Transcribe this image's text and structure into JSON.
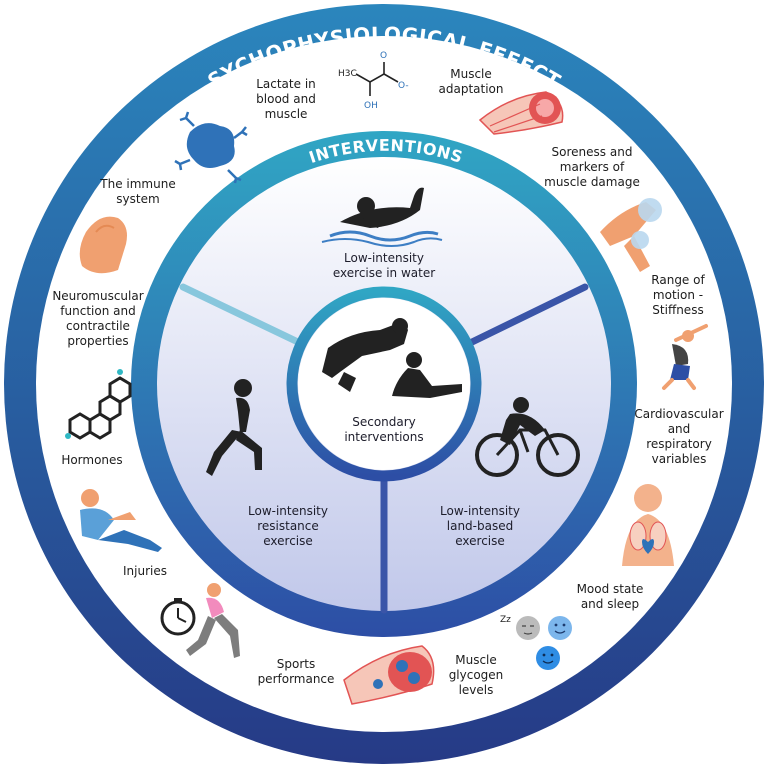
{
  "outer_ring": {
    "title": "PSYCHOPHYSIOLOGICAL EFFECTS",
    "effects": [
      {
        "id": "lactate",
        "lines": [
          "Lactate in",
          "blood and",
          "muscle"
        ],
        "icon": "lactate-molecule-icon"
      },
      {
        "id": "muscle-adaptation",
        "lines": [
          "Muscle",
          "adaptation"
        ],
        "icon": "muscle-fiber-icon"
      },
      {
        "id": "soreness",
        "lines": [
          "Soreness and",
          "markers of",
          "muscle damage"
        ],
        "icon": "sore-knee-icon"
      },
      {
        "id": "range-of-motion",
        "lines": [
          "Range of",
          "motion -",
          "Stiffness"
        ],
        "icon": "stretching-person-icon"
      },
      {
        "id": "cardiovascular",
        "lines": [
          "Cardiovascular",
          "and",
          "respiratory",
          "variables"
        ],
        "icon": "heart-lungs-icon"
      },
      {
        "id": "mood-sleep",
        "lines": [
          "Mood state",
          "and sleep"
        ],
        "icon": "mood-faces-icon"
      },
      {
        "id": "glycogen",
        "lines": [
          "Muscle",
          "glycogen",
          "levels"
        ],
        "icon": "muscle-glycogen-icon"
      },
      {
        "id": "sports-performance",
        "lines": [
          "Sports",
          "performance"
        ],
        "icon": "runner-stopwatch-icon"
      },
      {
        "id": "injuries",
        "lines": [
          "Injuries"
        ],
        "icon": "injured-person-icon"
      },
      {
        "id": "hormones",
        "lines": [
          "Hormones"
        ],
        "icon": "hormone-molecule-icon"
      },
      {
        "id": "neuromuscular",
        "lines": [
          "Neuromuscular",
          "function and",
          "contractile",
          "properties"
        ],
        "icon": "flexed-arm-icon"
      },
      {
        "id": "immune",
        "lines": [
          "The immune",
          "system"
        ],
        "icon": "immune-cell-icon"
      }
    ],
    "lactate_formula": {
      "ch3": "H3C",
      "o": "O",
      "ominus": "O-",
      "oh": "OH"
    },
    "mood_zz": "Zz"
  },
  "inner_ring": {
    "title": "INTERVENTIONS",
    "sectors": [
      {
        "id": "water",
        "lines": [
          "Low-intensity",
          "exercise in water"
        ],
        "icon": "swimmer-icon"
      },
      {
        "id": "land",
        "lines": [
          "Low-intensity",
          "land-based",
          "exercise"
        ],
        "icon": "cyclist-icon"
      },
      {
        "id": "resistance",
        "lines": [
          "Low-intensity",
          "resistance",
          "exercise"
        ],
        "icon": "lunge-icon"
      }
    ],
    "center": {
      "lines": [
        "Secondary",
        "interventions"
      ],
      "icon": "massage-stretching-icon"
    }
  },
  "colors": {
    "outer_ring_top": "#2b86bd",
    "outer_ring_bottom": "#263a86",
    "inner_ring_top": "#30a6c4",
    "inner_ring_bottom": "#2d4ea5",
    "sector_top": "#ffffff",
    "sector_bottom": "#c1c8ea",
    "divider_light": "#88c7dd",
    "divider_dark": "#3a55a8",
    "orange": "#f0a070",
    "muscle_red": "#e25454",
    "blue_icon": "#2f72b8",
    "silhouette": "#222222"
  }
}
